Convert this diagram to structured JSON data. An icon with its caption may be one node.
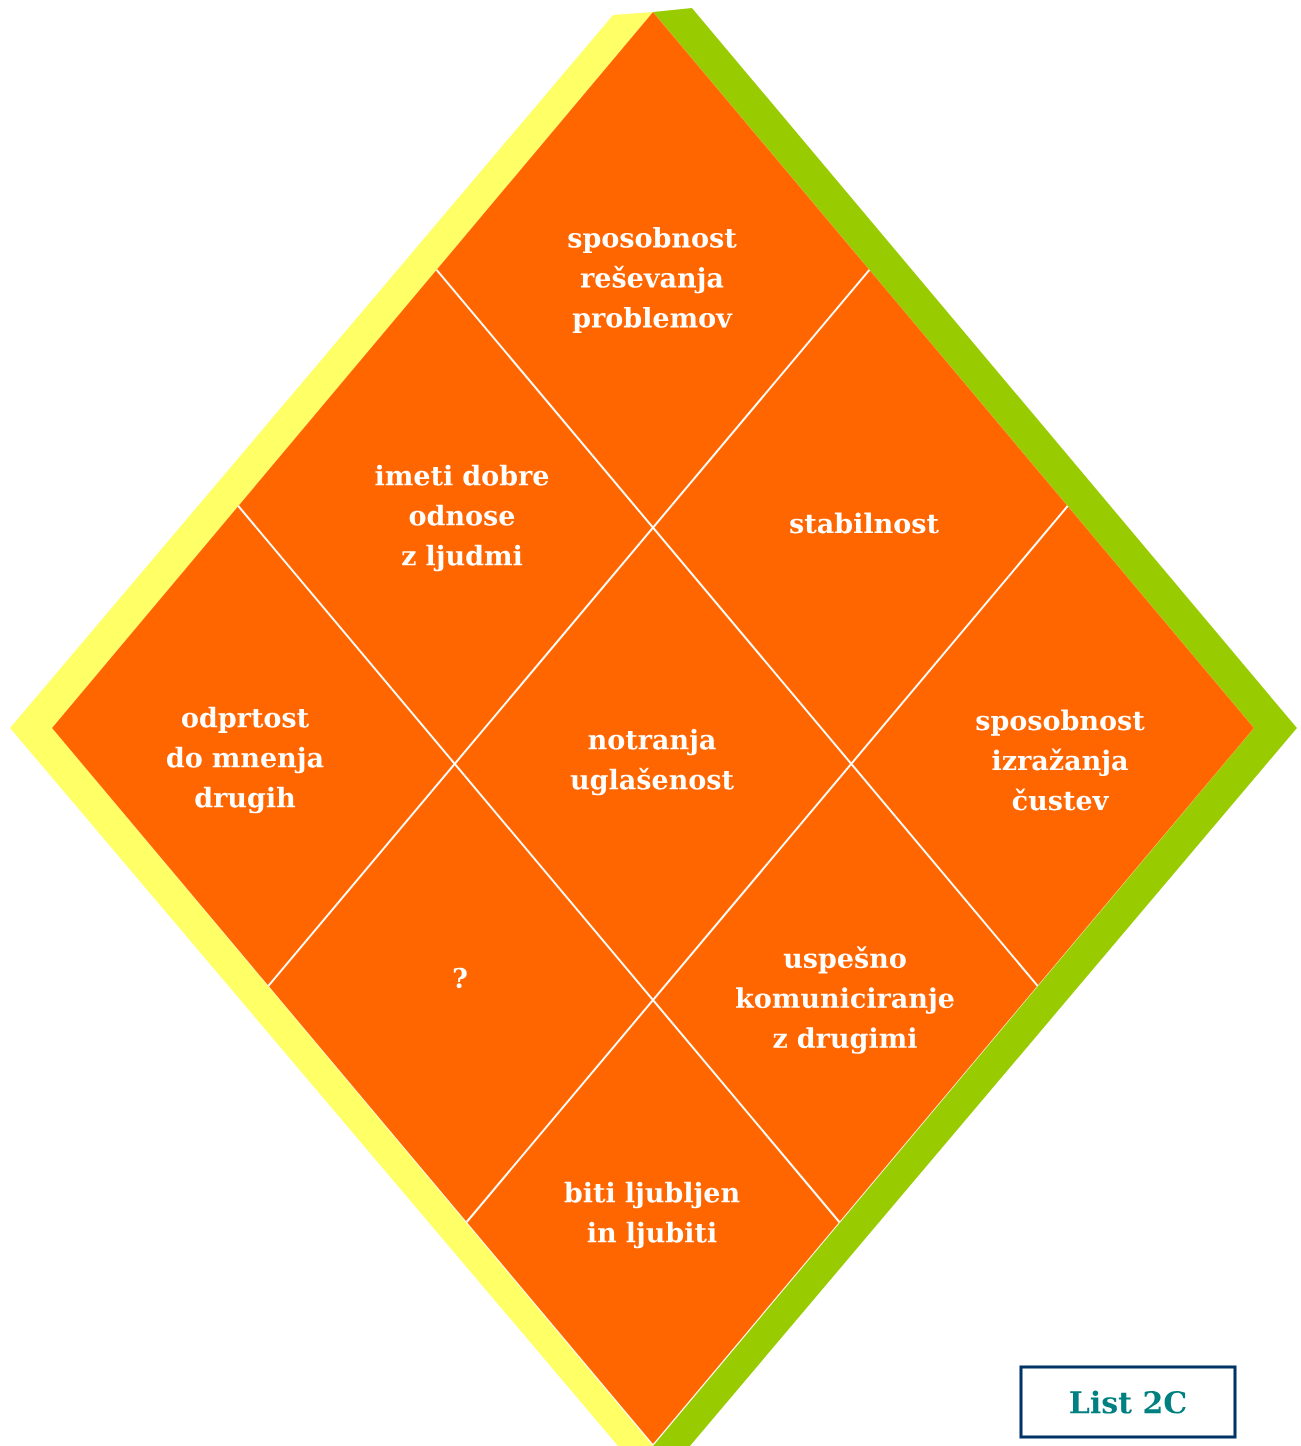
{
  "diagram": {
    "nodes": [
      {
        "text": [
          "sposobnost reševanja problemov"
        ]
      },
      {
        "text": [
          "imeti dobre odnose z ljudmi"
        ]
      },
      {
        "text": [
          "stabilnost"
        ]
      },
      {
        "text": [
          "odprtost do mnenja drugih"
        ]
      },
      {
        "text": [
          "notranja uglašenost"
        ]
      },
      {
        "text": [
          "sposobnost izražanja čustev"
        ]
      },
      {
        "text": [
          "?"
        ]
      },
      {
        "text": [
          "uspešno komuniciranje z drugimi"
        ]
      },
      {
        "text": [
          "biti ljubljen in ljubiti"
        ]
      },
      {
        "text": [
          "List  2C"
        ]
      }
    ]
  }
}
